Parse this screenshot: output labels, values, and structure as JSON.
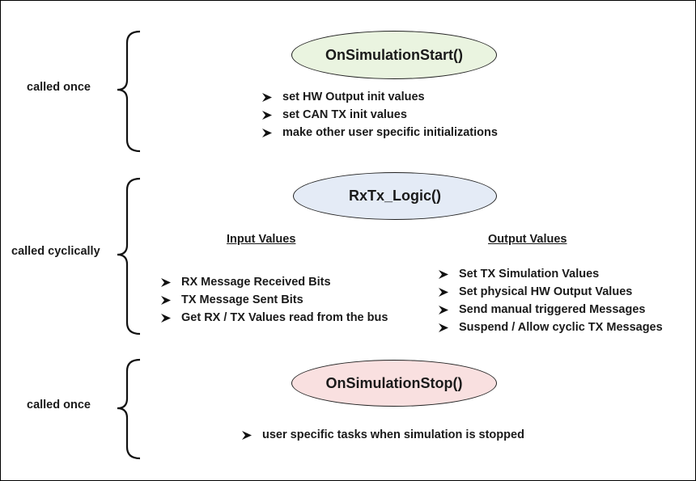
{
  "colors": {
    "start_fill": "#eaf4e0",
    "logic_fill": "#e4ebf6",
    "stop_fill": "#f9e0e0",
    "stroke": "#222222"
  },
  "sections": {
    "start": {
      "side_label": "called once",
      "function_name": "OnSimulationStart()",
      "items": [
        "set HW Output init values",
        "set CAN TX init values",
        "make other user specific initializations"
      ]
    },
    "logic": {
      "side_label": "called cyclically",
      "function_name": "RxTx_Logic()",
      "input": {
        "heading": "Input Values",
        "items": [
          "RX Message Received Bits",
          "TX Message Sent Bits",
          "Get RX / TX Values read from the bus"
        ]
      },
      "output": {
        "heading": "Output Values",
        "items": [
          "Set TX Simulation Values",
          "Set physical HW Output Values",
          "Send manual triggered Messages",
          "Suspend / Allow cyclic TX Messages"
        ]
      }
    },
    "stop": {
      "side_label": "called once",
      "function_name": "OnSimulationStop()",
      "items": [
        "user specific tasks when simulation is stopped"
      ]
    }
  }
}
